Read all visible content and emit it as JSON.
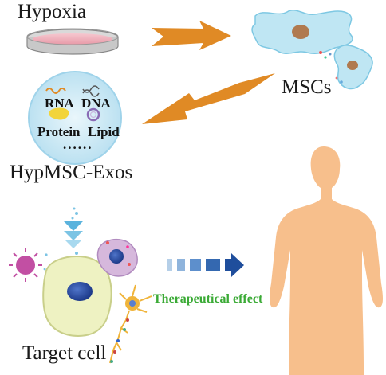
{
  "labels": {
    "hypoxia": "Hypoxia",
    "mscs": "MSCs",
    "hypmsc_exos": "HypMSC-Exos",
    "target_cell": "Target cell",
    "therapeutical_effect": "Therapeutical effect"
  },
  "exosome_contents": {
    "rna": "RNA",
    "dna": "DNA",
    "protein": "Protein",
    "lipid": "Lipid",
    "ellipsis": "......"
  },
  "colors": {
    "arrow": "#e08a25",
    "cell_blue": "#bfe6f3",
    "body": "#f7bf8c",
    "therapy_arrow": "#1f4e9c",
    "effect_text": "#3aaa35"
  }
}
